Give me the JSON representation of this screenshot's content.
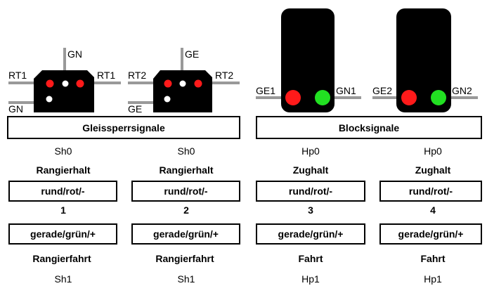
{
  "colors": {
    "lamp_red": "#ff1a1a",
    "lamp_green": "#22e022",
    "lamp_white": "#ffffff",
    "housing": "#000000",
    "wire": "#999999"
  },
  "groups": {
    "left": "Gleissperrsignale",
    "right": "Blocksignale"
  },
  "signals": [
    {
      "wires": {
        "top": "GN",
        "left_upper": "RT1",
        "right": "RT1",
        "left_lower": "GN"
      },
      "code_top": "Sh0",
      "meaning_top": "Rangierhalt",
      "box_top": "rund/rot/-",
      "number": "1",
      "box_bottom": "gerade/grün/+",
      "meaning_bottom": "Rangierfahrt",
      "code_bottom": "Sh1"
    },
    {
      "wires": {
        "top": "GE",
        "left_upper": "RT2",
        "right": "RT2",
        "left_lower": "GE"
      },
      "code_top": "Sh0",
      "meaning_top": "Rangierhalt",
      "box_top": "rund/rot/-",
      "number": "2",
      "box_bottom": "gerade/grün/+",
      "meaning_bottom": "Rangierfahrt",
      "code_bottom": "Sh1"
    },
    {
      "wires": {
        "left": "GE1",
        "right": "GN1"
      },
      "code_top": "Hp0",
      "meaning_top": "Zughalt",
      "box_top": "rund/rot/-",
      "number": "3",
      "box_bottom": "gerade/grün/+",
      "meaning_bottom": "Fahrt",
      "code_bottom": "Hp1"
    },
    {
      "wires": {
        "left": "GE2",
        "right": "GN2"
      },
      "code_top": "Hp0",
      "meaning_top": "Zughalt",
      "box_top": "rund/rot/-",
      "number": "4",
      "box_bottom": "gerade/grün/+",
      "meaning_bottom": "Fahrt",
      "code_bottom": "Hp1"
    }
  ]
}
